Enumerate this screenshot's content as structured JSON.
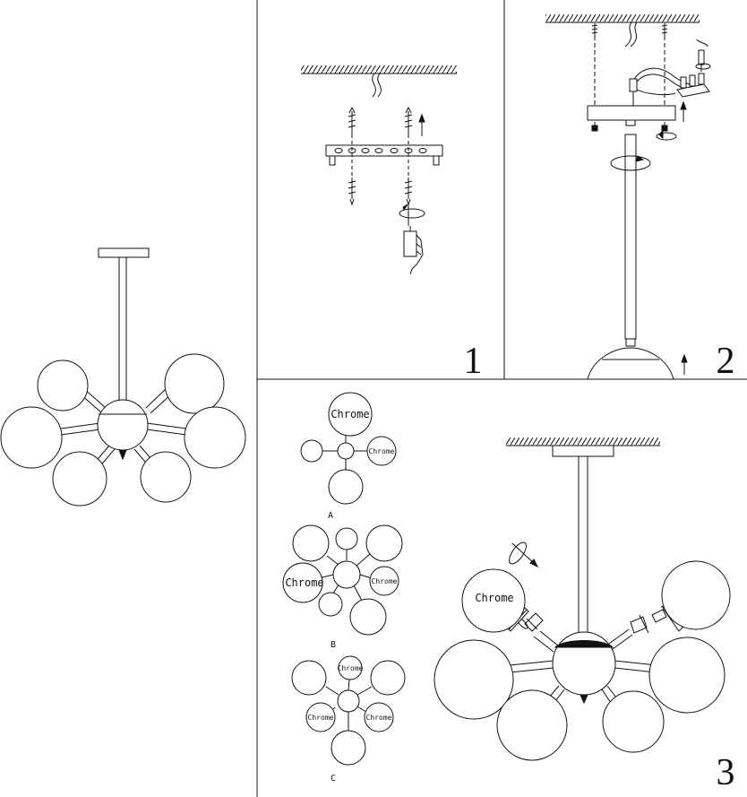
{
  "colors": {
    "line": "#111111",
    "background": "#ffffff",
    "hatch": "#111111"
  },
  "steps": [
    {
      "number": "1"
    },
    {
      "number": "2"
    },
    {
      "number": "3"
    }
  ],
  "globe_finish_label": "Chrome",
  "variants": [
    {
      "letter": "A"
    },
    {
      "letter": "B"
    },
    {
      "letter": "C"
    }
  ],
  "icons": [
    "ceiling-hatch-icon",
    "wire-icon",
    "screw-icon",
    "rotate-arrow-icon",
    "hand-screwdriver-icon",
    "terminal-block-icon",
    "up-arrow-icon"
  ]
}
